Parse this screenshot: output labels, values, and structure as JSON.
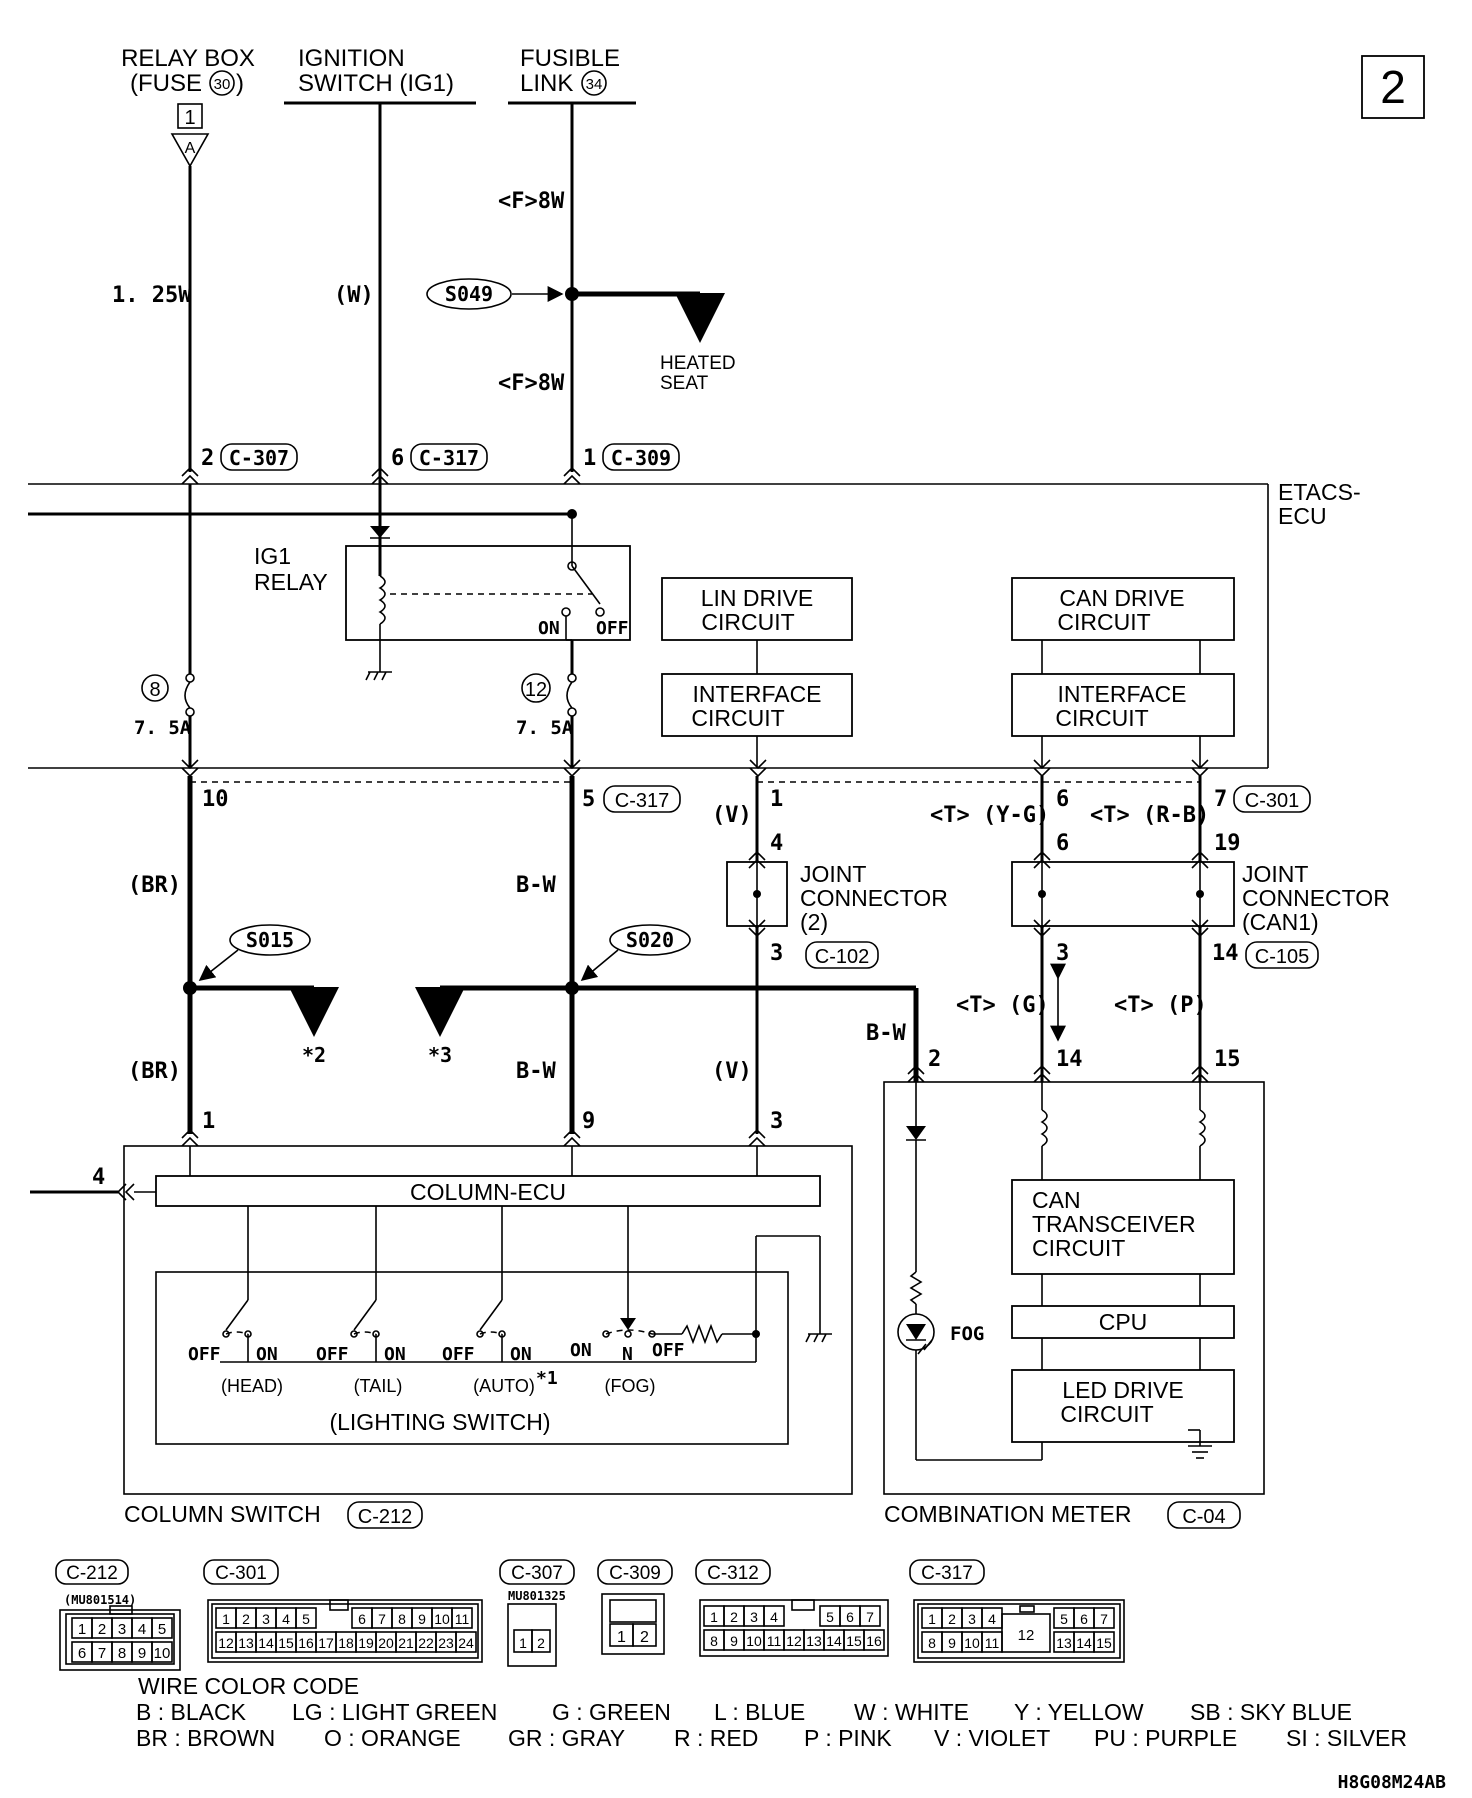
{
  "page_number": "2",
  "drawing_code": "H8G08M24AB",
  "sources": {
    "relay_box_line1": "RELAY BOX",
    "relay_box_line2": "(FUSE",
    "relay_box_fuse": "30",
    "relay_box_close": ")",
    "relay_box_tag": "1",
    "relay_box_arrow": "A",
    "ignition_line1": "IGNITION",
    "ignition_line2": "SWITCH (IG1)",
    "fusible_line1": "FUSIBLE",
    "fusible_line2": "LINK",
    "fusible_no": "34"
  },
  "wires": {
    "w_125w": "1. 25W",
    "w_paren_w": "(W)",
    "w_f8w_top": "<F>8W",
    "w_f8w_bottom": "<F>8W",
    "w_br_1": "(BR)",
    "w_br_2": "(BR)",
    "w_bw_1": "B-W",
    "w_bw_2": "B-W",
    "w_bw_3": "B-W",
    "w_v_1": "(V)",
    "w_v_2": "(V)",
    "w_t_yg": "<T> (Y-G)",
    "w_t_rb": "<T> (R-B)",
    "w_t_g": "<T> (G)",
    "w_t_p": "<T> (P)"
  },
  "splices": {
    "s049": "S049",
    "s015": "S015",
    "s020": "S020",
    "heated_seat_1": "HEATED",
    "heated_seat_2": "SEAT",
    "star2": "*2",
    "star3": "*3"
  },
  "pins": {
    "p2": "2",
    "p6": "6",
    "p1": "1",
    "p10": "10",
    "p5": "5",
    "p1b": "1",
    "p6b": "6",
    "p7": "7",
    "p4": "4",
    "p6c": "6",
    "p19": "19",
    "p3": "3",
    "p3b": "3",
    "p14": "14",
    "p2b": "2",
    "p14b": "14",
    "p15": "15",
    "p1c": "1",
    "p9": "9",
    "p3c": "3",
    "p4b": "4"
  },
  "connectors": {
    "c307": "C-307",
    "c317": "C-317",
    "c309": "C-309",
    "c317b": "C-317",
    "c301": "C-301",
    "c102": "C-102",
    "c105": "C-105",
    "c212": "C-212",
    "c04": "C-04"
  },
  "etacs": {
    "label_1": "ETACS-",
    "label_2": "ECU",
    "ig1_relay_1": "IG1",
    "ig1_relay_2": "RELAY",
    "on": "ON",
    "off": "OFF",
    "fuse8": "8",
    "fuse8_amp": "7. 5A",
    "fuse12": "12",
    "fuse12_amp": "7. 5A",
    "lin_drive_1": "LIN DRIVE",
    "lin_drive_2": "CIRCUIT",
    "interface_1": "INTERFACE",
    "interface_2": "CIRCUIT",
    "can_drive_1": "CAN DRIVE",
    "can_drive_2": "CIRCUIT",
    "interface_b1": "INTERFACE",
    "interface_b2": "CIRCUIT"
  },
  "joints": {
    "jc2_1": "JOINT",
    "jc2_2": "CONNECTOR",
    "jc2_3": "(2)",
    "jcan_1": "JOINT",
    "jcan_2": "CONNECTOR",
    "jcan_3": "(CAN1)"
  },
  "column_switch": {
    "ecu": "COLUMN-ECU",
    "off_head": "OFF",
    "on_head": "ON",
    "head": "(HEAD)",
    "off_tail": "OFF",
    "on_tail": "ON",
    "tail": "(TAIL)",
    "off_auto": "OFF",
    "on_auto": "ON",
    "auto": "(AUTO)",
    "star1": "*1",
    "on_fog": "ON",
    "n_fog": "N",
    "off_fog": "OFF",
    "fog": "(FOG)",
    "lighting_switch": "(LIGHTING SWITCH)",
    "title": "COLUMN SWITCH"
  },
  "combination_meter": {
    "fog": "FOG",
    "can_tx_1": "CAN",
    "can_tx_2": "TRANSCEIVER",
    "can_tx_3": "CIRCUIT",
    "cpu": "CPU",
    "led_1": "LED DRIVE",
    "led_2": "CIRCUIT",
    "title": "COMBINATION METER"
  },
  "connector_views": {
    "v212": "C-212",
    "v212_part": "(MU801514)",
    "v212_row1": [
      "1",
      "2",
      "3",
      "4",
      "5"
    ],
    "v212_row2": [
      "6",
      "7",
      "8",
      "9",
      "10"
    ],
    "v301": "C-301",
    "v301_row1": [
      "1",
      "2",
      "3",
      "4",
      "5",
      "6",
      "7",
      "8",
      "9",
      "10",
      "11"
    ],
    "v301_row2": [
      "12",
      "13",
      "14",
      "15",
      "16",
      "17",
      "18",
      "19",
      "20",
      "21",
      "22",
      "23",
      "24"
    ],
    "v307": "C-307",
    "v307_part": "MU801325",
    "v307_pins": [
      "1",
      "2"
    ],
    "v309": "C-309",
    "v309_pins": [
      "1",
      "2"
    ],
    "v312": "C-312",
    "v312_row1": [
      "1",
      "2",
      "3",
      "4",
      "5",
      "6",
      "7"
    ],
    "v312_row2": [
      "8",
      "9",
      "10",
      "11",
      "12",
      "13",
      "14",
      "15",
      "16"
    ],
    "v317": "C-317",
    "v317_row1": [
      "1",
      "2",
      "3",
      "4",
      "5",
      "6",
      "7"
    ],
    "v317_mid": "12",
    "v317_row2": [
      "8",
      "9",
      "10",
      "11",
      "13",
      "14",
      "15"
    ]
  },
  "legend": {
    "title": "WIRE COLOR CODE",
    "row1": [
      "B : BLACK",
      "LG : LIGHT GREEN",
      "G : GREEN",
      "L : BLUE",
      "W : WHITE",
      "Y : YELLOW",
      "SB : SKY BLUE"
    ],
    "row2": [
      "BR : BROWN",
      "O : ORANGE",
      "GR : GRAY",
      "R : RED",
      "P : PINK",
      "V : VIOLET",
      "PU : PURPLE",
      "SI : SILVER"
    ]
  }
}
